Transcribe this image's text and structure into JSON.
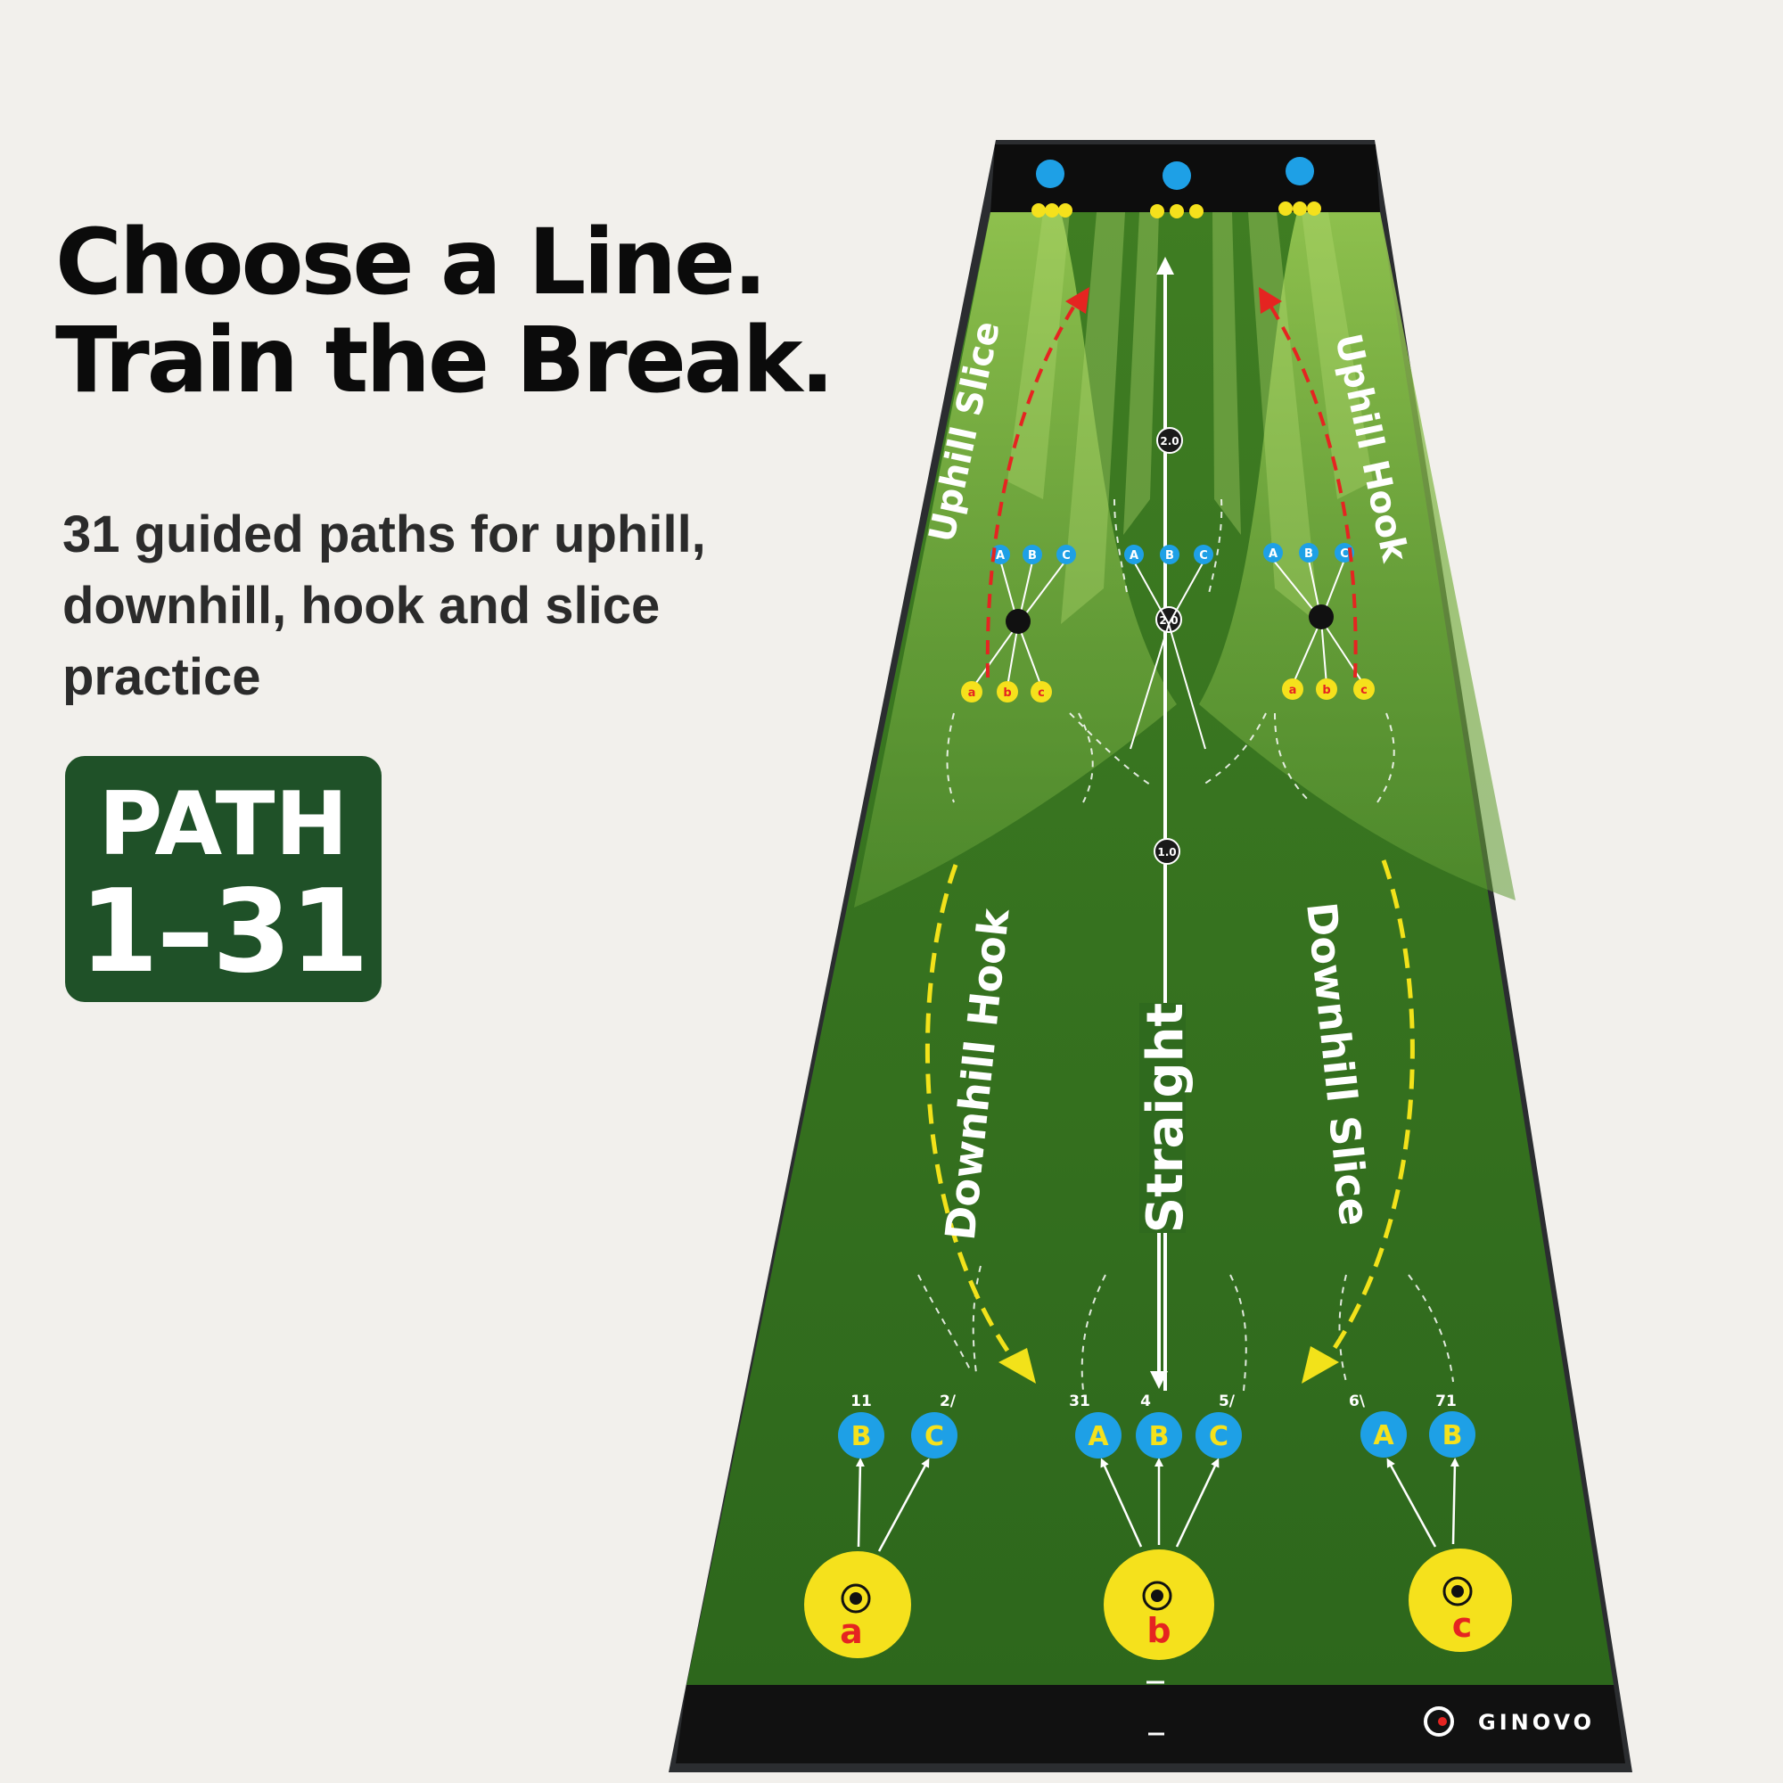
{
  "headline": {
    "line1": "Choose a Line.",
    "line2": "Train the Break."
  },
  "subtext": "31 guided paths for uphill, downhill, hook and slice practice",
  "badge": {
    "line1": "PATH",
    "line2": "1–31"
  },
  "mat": {
    "labels": {
      "uphill_slice": "Uphill Slice",
      "uphill_hook": "Uphill Hook",
      "downhill_hook": "Downhill Hook",
      "downhill_slice": "Downhill Slice",
      "straight": "Straight"
    },
    "distance_markers": [
      "2.0",
      "2.0",
      "1.0"
    ],
    "upper_targets": [
      "A",
      "B",
      "C"
    ],
    "upper_starts": [
      "a",
      "b",
      "c"
    ],
    "bottom_targets": {
      "left": [
        "B",
        "C"
      ],
      "center": [
        "A",
        "B",
        "C"
      ],
      "right": [
        "A",
        "B"
      ]
    },
    "bottom_numbers": {
      "left": [
        "11",
        "2/"
      ],
      "center": [
        "31",
        "4",
        "5/"
      ],
      "right": [
        "6\\",
        "71"
      ]
    },
    "start_letters": [
      "a",
      "b",
      "c"
    ],
    "brand": "GINOVO",
    "colors": {
      "background": "#f2f0ec",
      "badge": "#1f5128",
      "turf": "#2f6a1e",
      "turf_light": "#6fa83a",
      "border": "#2b2d30",
      "target_blue": "#1ea0e6",
      "start_yellow": "#f5e11c",
      "arrow_red": "#e52421",
      "arrow_yellow": "#f2e21a"
    }
  }
}
